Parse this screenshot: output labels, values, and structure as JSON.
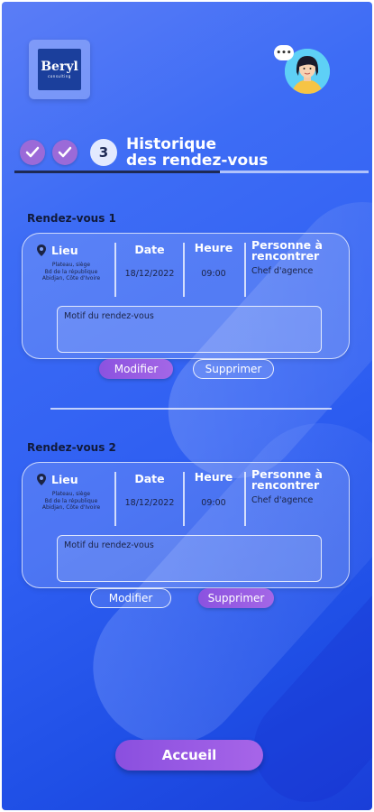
{
  "app": {
    "logo_brand": "Beryl",
    "logo_sub": "consulting",
    "chat_icon_text": "•••"
  },
  "stepper": {
    "step_number": "3",
    "title_line1": "Historique",
    "title_line2": "des rendez-vous",
    "progress": 0.58
  },
  "rendezvous": [
    {
      "label": "Rendez-vous 1",
      "lieu_title": "Lieu",
      "lieu_address_line1": "Plateau, siège",
      "lieu_address_line2": "Bd de la république",
      "lieu_address_line3": "Abidjan, Côte d'Ivoire",
      "date_title": "Date",
      "date_value": "18/12/2022",
      "heure_title": "Heure",
      "heure_value": "09:00",
      "personne_title_line1": "Personne à",
      "personne_title_line2": "rencontrer",
      "personne_value": "Chef d'agence",
      "motif_placeholder": "Motif du rendez-vous",
      "modifier_label": "Modifier",
      "supprimer_label": "Supprimer"
    },
    {
      "label": "Rendez-vous 2",
      "lieu_title": "Lieu",
      "lieu_address_line1": "Plateau, siège",
      "lieu_address_line2": "Bd de la république",
      "lieu_address_line3": "Abidjan, Côte d'Ivoire",
      "date_title": "Date",
      "date_value": "18/12/2022",
      "heure_title": "Heure",
      "heure_value": "09:00",
      "personne_title_line1": "Personne à",
      "personne_title_line2": "rencontrer",
      "personne_value": "Chef d'agence",
      "motif_placeholder": "Motif du rendez-vous",
      "modifier_label": "Modifier",
      "supprimer_label": "Supprimer"
    }
  ],
  "footer": {
    "home_label": "Accueil"
  },
  "colors": {
    "accent_purple": "#9b6ad8",
    "text_dark": "#1b2344",
    "background_blue": "#2f5ff2"
  }
}
